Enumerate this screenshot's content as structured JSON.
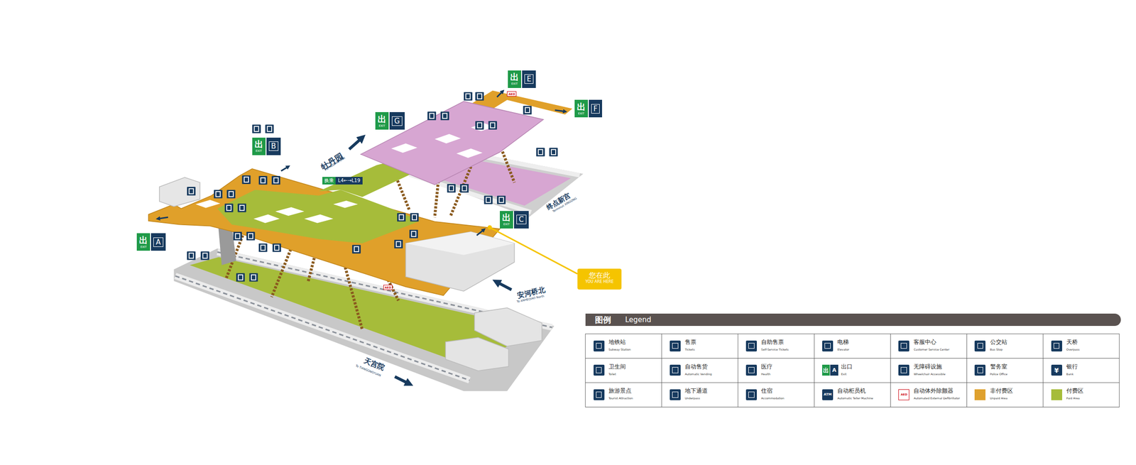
{
  "diagram": {
    "nodes": [
      {
        "text": [
          "出",
          "EXIT",
          "E"
        ]
      },
      {
        "text": [
          "出",
          "EXIT",
          "F"
        ]
      },
      {
        "text": [
          "出",
          "EXIT",
          "G"
        ]
      },
      {
        "text": [
          "出",
          "EXIT",
          "B"
        ]
      },
      {
        "text": [
          "换乘",
          "L4←→L19"
        ]
      },
      {
        "text": [
          "出",
          "EXIT",
          "C"
        ]
      },
      {
        "text": [
          "出",
          "EXIT",
          "A"
        ]
      },
      {
        "text": [
          "您在此",
          "YOU ARE HERE"
        ]
      },
      {
        "text": [
          "图例",
          "Legend"
        ]
      }
    ],
    "labels": [
      "AED",
      "牡丹园",
      "To MUDANYUAN",
      "终点新宫",
      "Terminus XINGONG",
      "AED",
      "安河桥北",
      "To ANHEQIAO North",
      "天宫院",
      "To TIANGONGYUAN",
      "Subway Station",
      "Tickets",
      "Self-Service Tickets",
      "Elevator",
      "Customer Service Center",
      "Bus Stop",
      "Overpass",
      "Toilet",
      "Automatic Vending",
      "Health",
      "Exit",
      "Wheelchair Accessible",
      "Police Office",
      "Bank",
      "Tourist Attraction",
      "Underpass",
      "Accommodation",
      "Automatic Teller Machine",
      "Automated External Defibrillator",
      "Unpaid Area",
      "Paid Area",
      "出",
      "A",
      "¥",
      "ATM",
      "AED"
    ],
    "legend": [
      {
        "text": "地铁站"
      },
      {
        "text": "售票"
      },
      {
        "text": "自助售票"
      },
      {
        "text": "电梯"
      },
      {
        "text": "客服中心"
      },
      {
        "text": "公交站"
      },
      {
        "text": "天桥"
      },
      {
        "text": "卫生间"
      },
      {
        "text": "自动售货"
      },
      {
        "text": "医疗"
      },
      {
        "text": "出口"
      },
      {
        "text": "无障碍设施"
      },
      {
        "text": "警务室"
      },
      {
        "text": "银行"
      },
      {
        "text": "旅游景点"
      },
      {
        "text": "地下通道"
      },
      {
        "text": "住宿"
      },
      {
        "text": "自动柜员机"
      },
      {
        "text": "自动体外除颤器"
      },
      {
        "text": "非付费区",
        "color": "#dfa12e"
      },
      {
        "text": "付费区",
        "color": "#a6bc3a"
      }
    ]
  }
}
